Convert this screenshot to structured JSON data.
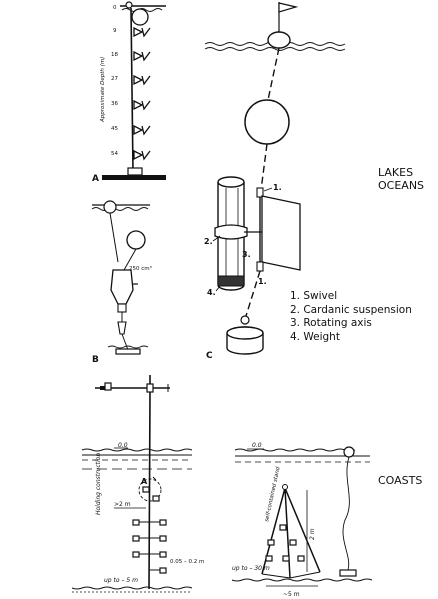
{
  "panel_a": {
    "letter": "A",
    "axis_label": "Approximate Depth (m)",
    "depth_ticks": [
      "0",
      "9",
      "18",
      "27",
      "36",
      "45",
      "54"
    ]
  },
  "panel_b": {
    "letter": "B",
    "volume_label": "250 cm³"
  },
  "panel_c": {
    "letter": "C",
    "callouts": [
      "1.",
      "2.",
      "3.",
      "1.",
      "4."
    ]
  },
  "side_labels": {
    "lakes": "LAKES",
    "oceans": "OCEANS",
    "coasts": "COASTS"
  },
  "legend": [
    "1.  Swivel",
    "2.  Cardanic suspension",
    "3.  Rotating axis",
    "4.  Weight"
  ],
  "coast_left": {
    "surface": "0.0",
    "vertical_label": "Holding construction",
    "marker": "A",
    "spacing": ">2 m",
    "spacing2": "0.05 – 0.2 m",
    "depth": "up to – 5 m"
  },
  "coast_right": {
    "surface": "0.0",
    "vertical_label": "self-contained stand",
    "height": "2 m",
    "depth": "up to – 30 m",
    "base": "~5 m"
  }
}
